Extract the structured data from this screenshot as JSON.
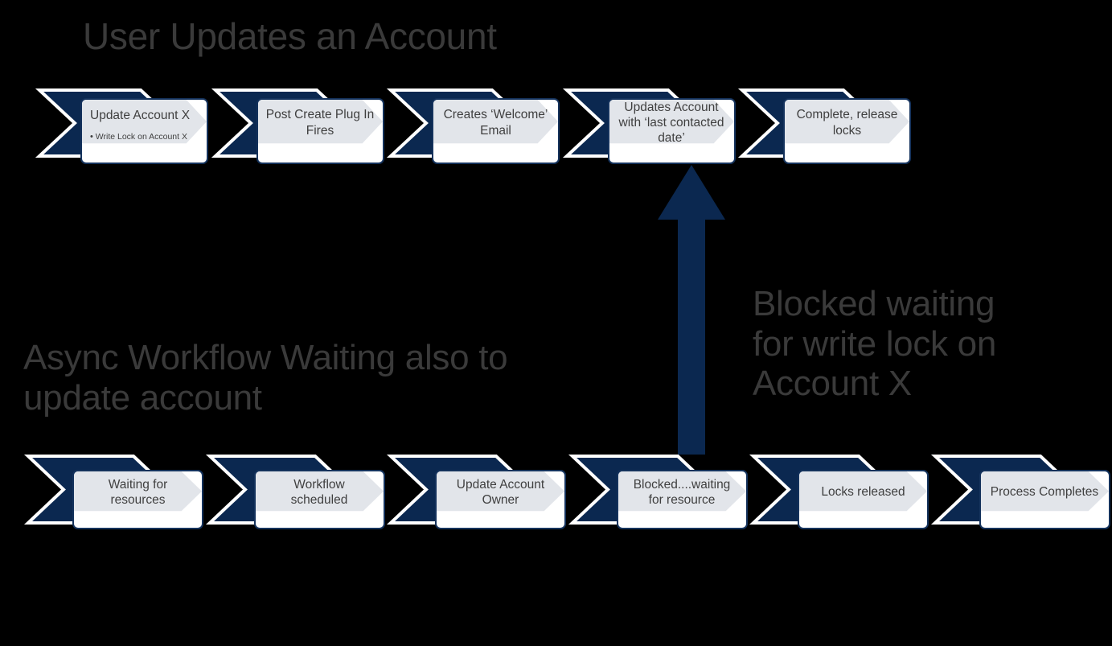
{
  "diagram": {
    "background_color": "#000000",
    "navy_color": "#0b2850",
    "band_color": "#e2e5ea",
    "card_border_color": "#14325c",
    "heading_color": "#3a3a3a",
    "title": "User Updates an Account",
    "async_label": "Async Workflow Waiting also to\nupdate account",
    "blocked_label": "Blocked waiting\nfor write lock on\nAccount X"
  },
  "top_row": {
    "name": "user-updates-process-row",
    "steps": [
      {
        "label": "Update Account X",
        "sub": "Write  Lock on Account X",
        "bullet": "•"
      },
      {
        "label": "Post Create Plug In\nFires",
        "sub": ""
      },
      {
        "label": "Creates ‘Welcome’\nEmail",
        "sub": ""
      },
      {
        "label": "Updates Account\nwith ‘last contacted\ndate’",
        "sub": ""
      },
      {
        "label": "Complete, release\nlocks",
        "sub": ""
      }
    ]
  },
  "bottom_row": {
    "name": "async-workflow-process-row",
    "steps": [
      {
        "label": "Waiting for\nresources"
      },
      {
        "label": "Workflow\nscheduled"
      },
      {
        "label": "Update Account\nOwner"
      },
      {
        "label": "Blocked....waiting\nfor resource"
      },
      {
        "label": "Locks released"
      },
      {
        "label": "Process Completes"
      }
    ]
  },
  "arrow": {
    "name": "blocked-waiting-arrow",
    "direction": "up",
    "color": "#0b2850"
  }
}
